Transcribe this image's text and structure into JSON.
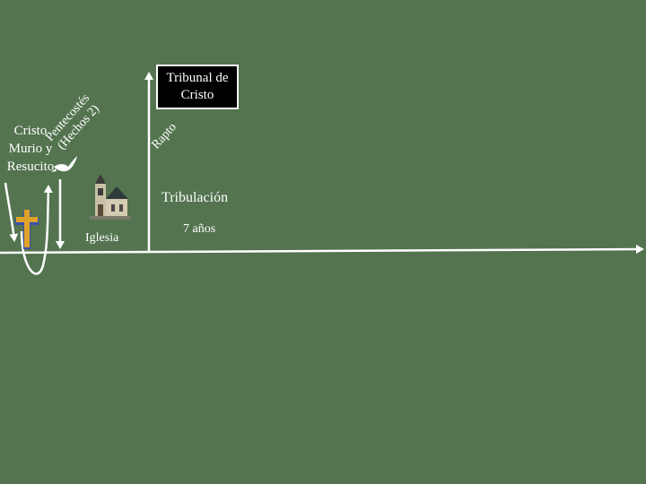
{
  "timeline": {
    "cristo_label": "Cristo\nMurio y\nResucito",
    "pentecostes_label": "Pentecostés\n(Hechos 2)",
    "iglesia_label": "Iglesia",
    "rapto_label": "Rapto",
    "tribunal_label": "Tribunal de\nCristo",
    "tribulacion_label": "Tribulación",
    "duracion_label": "7 años"
  },
  "icons": {
    "cross": "cross-icon",
    "dove": "dove-icon",
    "church": "church-icon"
  },
  "colors": {
    "background": "#53744f",
    "line": "#ffffff",
    "cross": "#e0a32a",
    "tribunal_box": "#000000"
  }
}
